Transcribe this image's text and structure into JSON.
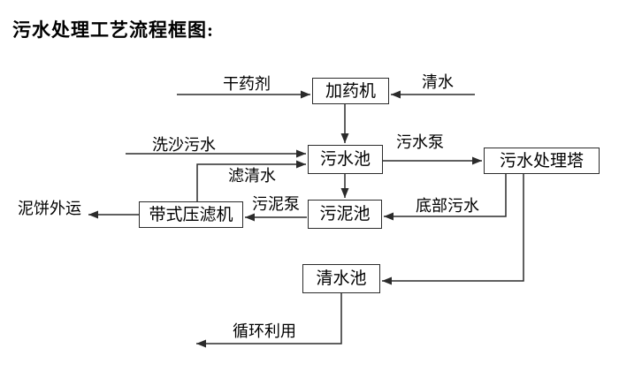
{
  "title": "污水处理工艺流程框图:",
  "diagram": {
    "nodes": {
      "dosing_machine": "加药机",
      "sewage_pool": "污水池",
      "treatment_tower": "污水处理塔",
      "sludge_pool": "污泥池",
      "belt_filter_press": "带式压滤机",
      "clear_water_pool": "清水池"
    },
    "flow_labels": {
      "dry_chemical": "干药剂",
      "clear_water": "清水",
      "sand_washing_sewage": "洗沙污水",
      "sewage_pump": "污水泵",
      "filtered_water": "滤清水",
      "mud_cake_out": "泥饼外运",
      "sludge_pump": "污泥泵",
      "bottom_sewage": "底部污水",
      "recycling": "循环利用"
    },
    "colors": {
      "line": "#2b2b2b",
      "text": "#000000",
      "background": "#ffffff"
    }
  }
}
